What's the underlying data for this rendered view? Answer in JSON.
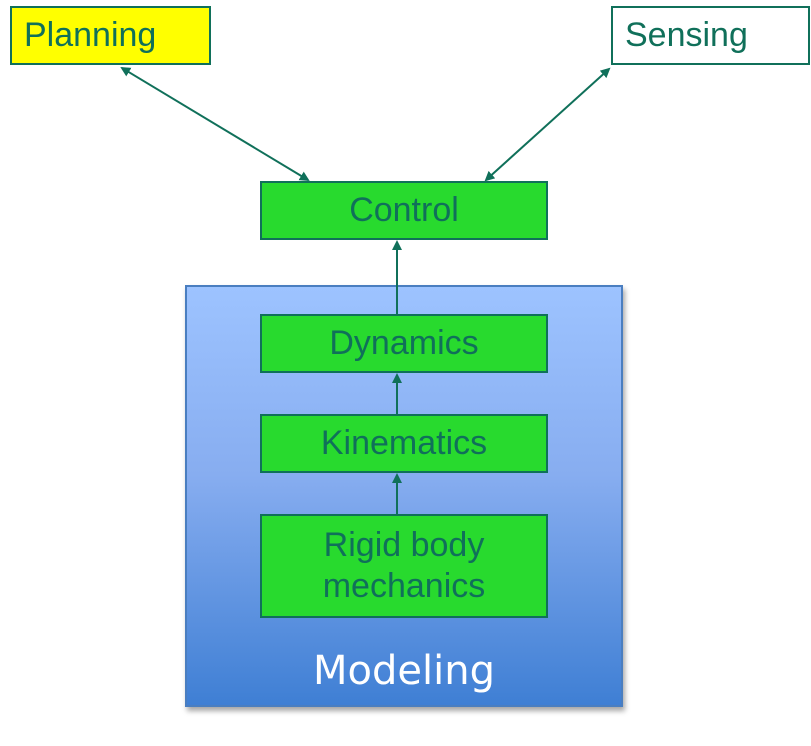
{
  "diagram": {
    "nodes": {
      "planning": "Planning",
      "sensing": "Sensing",
      "control": "Control",
      "modeling": "Modeling",
      "dynamics": "Dynamics",
      "kinematics": "Kinematics",
      "rigid_body": "Rigid body mechanics"
    },
    "edges": [
      {
        "from": "Planning",
        "to": "Control",
        "direction": "bidirectional"
      },
      {
        "from": "Sensing",
        "to": "Control",
        "direction": "bidirectional"
      },
      {
        "from": "Dynamics",
        "to": "Control",
        "direction": "forward"
      },
      {
        "from": "Kinematics",
        "to": "Dynamics",
        "direction": "forward"
      },
      {
        "from": "Rigid body mechanics",
        "to": "Kinematics",
        "direction": "forward"
      }
    ],
    "colors": {
      "planning_fill": "#FFFF00",
      "sensing_fill": "#FFFFFF",
      "block_fill": "#28DA2E",
      "stroke_and_text": "#10705A",
      "modeling_top": "#9DC3FF",
      "modeling_bottom": "#3F7FD4",
      "modeling_text": "#FFFFFF"
    }
  }
}
